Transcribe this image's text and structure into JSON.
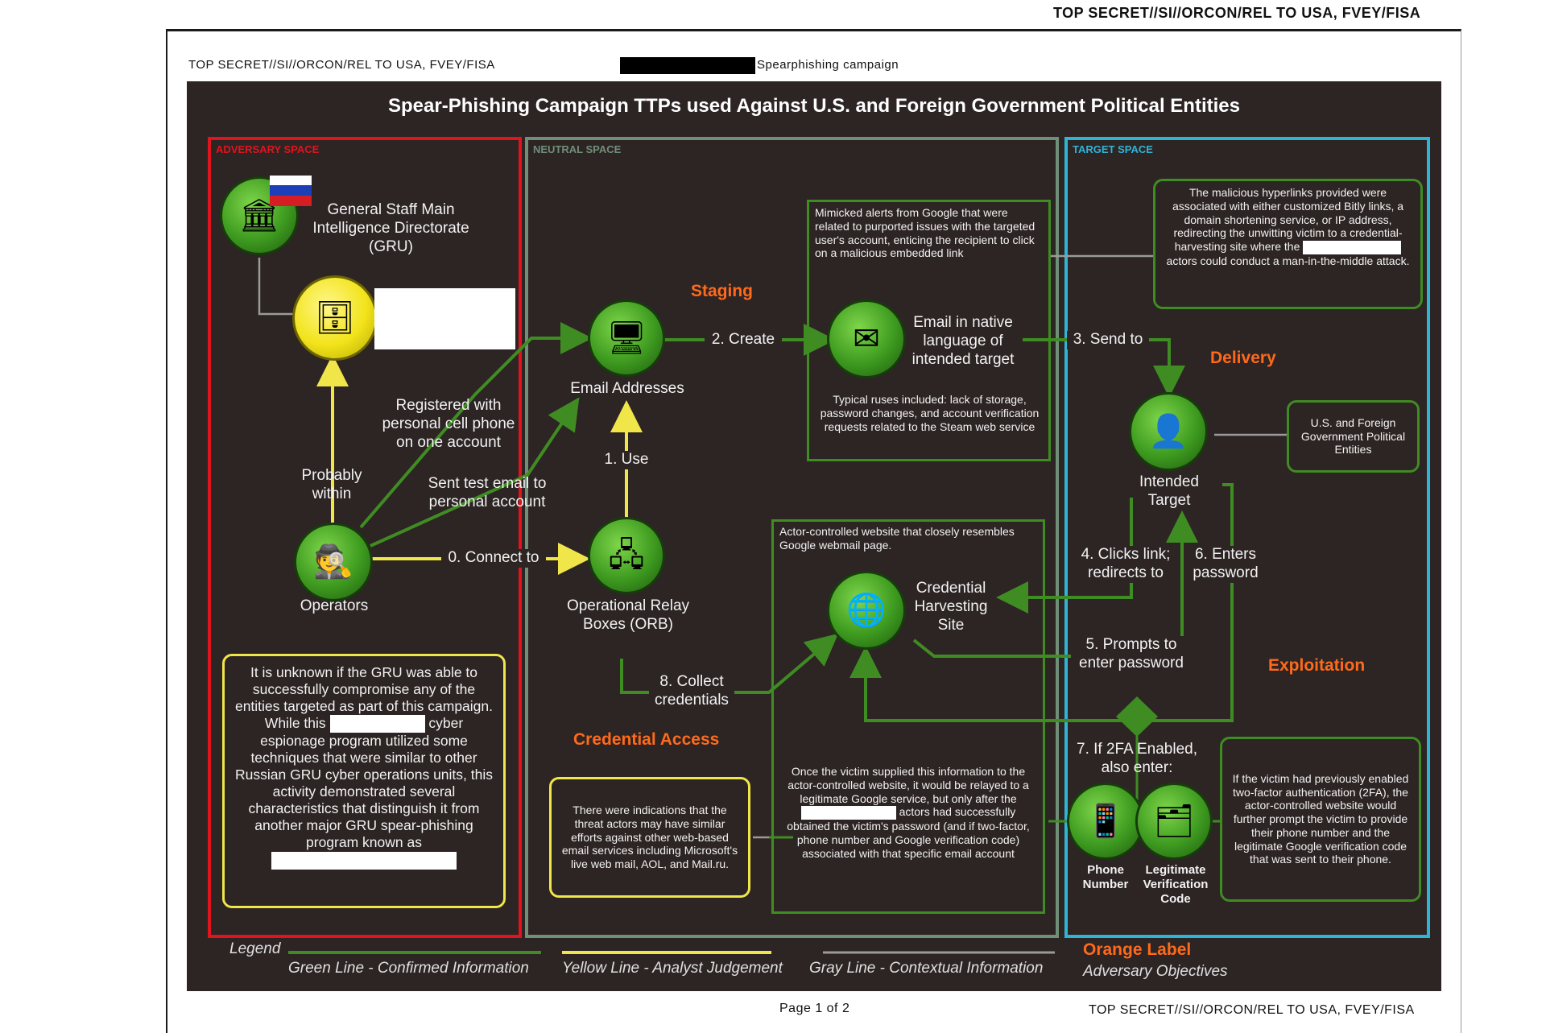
{
  "classification": {
    "top": "TOP SECRET//SI//ORCON/REL TO USA, FVEY/FISA",
    "inner": "TOP SECRET//SI//ORCON/REL TO USA, FVEY/FISA",
    "bottom": "TOP SECRET//SI//ORCON/REL TO USA, FVEY/FISA"
  },
  "header_tag": "Spearphishing campaign",
  "title": "Spear-Phishing Campaign TTPs used Against U.S. and Foreign Government Political Entities",
  "zones": {
    "adversary": "ADVERSARY SPACE",
    "neutral": "NEUTRAL SPACE",
    "target": "TARGET SPACE"
  },
  "nodes": {
    "gru": "General Staff Main Intelligence Directorate (GRU)",
    "operators": "Operators",
    "email_addresses": "Email Addresses",
    "orb": "Operational Relay Boxes (ORB)",
    "email_native": "Email in native language of intended target",
    "intended_target": "Intended Target",
    "harvesting": "Credential Harvesting Site",
    "phone": "Phone Number",
    "verification": "Legitimate Verification Code"
  },
  "edges": {
    "registered": "Registered with personal cell phone on one account",
    "probably": "Probably within",
    "sent_test": "Sent test email to personal account",
    "connect": "0. Connect to",
    "use": "1. Use",
    "create": "2. Create",
    "send_to": "3. Send to",
    "clicks": "4. Clicks link; redirects to",
    "prompts": "5. Prompts to enter password",
    "enters": "6. Enters password",
    "twofa": "7. If 2FA Enabled, also enter:",
    "collect": "8. Collect credentials"
  },
  "phases": {
    "staging": "Staging",
    "delivery": "Delivery",
    "credential_access": "Credential Access",
    "exploitation": "Exploitation"
  },
  "boxes": {
    "mimicked": "Mimicked alerts from Google that were related to purported issues with the targeted user's account, enticing the recipient to click on a malicious embedded link",
    "typical_ruses": "Typical ruses included: lack of storage, password changes, and account verification requests related to the Steam web service",
    "hyperlinks_a": "The malicious hyperlinks provided were associated with either customized Bitly links, a domain shortening service, or IP address, redirecting the unwitting victim to a credential-harvesting site where the",
    "hyperlinks_b": "actors could conduct a man-in-the-middle attack.",
    "us_foreign": "U.S. and Foreign Government Political Entities",
    "actor_site": "Actor-controlled website that closely resembles Google webmail page.",
    "unknown_a": "It is unknown if the GRU was able to successfully compromise any of the entities targeted as part of this campaign. While this",
    "unknown_b": "cyber espionage program utilized some techniques that were similar to other Russian GRU cyber operations units, this activity demonstrated several characteristics that distinguish it from another major GRU spear-phishing program known as",
    "indications": "There were indications that the threat actors may have similar efforts against other web-based email services including Microsoft's live web mail, AOL, and Mail.ru.",
    "once_a": "Once the victim supplied this information to the actor-controlled website, it would be relayed to a legitimate Google service, but only after the",
    "once_b": "actors had successfully obtained the victim's password (and if two-factor, phone number and Google verification code) associated with that specific email account",
    "twofa_note": "If the victim had previously enabled two-factor authentication (2FA), the actor-controlled website would further prompt the victim to provide their phone number and the legitimate Google verification code that was sent to their phone."
  },
  "legend": {
    "title": "Legend",
    "green": "Green Line - Confirmed Information",
    "yellow": "Yellow Line - Analyst Judgement",
    "gray": "Gray Line - Contextual Information",
    "orange_title": "Orange Label",
    "orange_sub": "Adversary Objectives"
  },
  "page": "Page 1 of 2",
  "colors": {
    "background": "#2d2424",
    "adversary_border": "#e0141e",
    "neutral_border": "#6f8f78",
    "target_border": "#2fb4d6",
    "confirmed": "#3f8c23",
    "judgement": "#f0e64a",
    "contextual": "#9a9a9a",
    "objective": "#ff6a1a"
  },
  "icons": {
    "gru": "building-flag-icon",
    "server": "server-icon",
    "operators": "hacker-icon",
    "email": "computer-icon",
    "orb": "relay-server-icon",
    "email_native": "email-icon",
    "target": "user-computer-icon",
    "harvesting": "website-icon",
    "phone": "phone-icon",
    "verification": "code-icon"
  }
}
